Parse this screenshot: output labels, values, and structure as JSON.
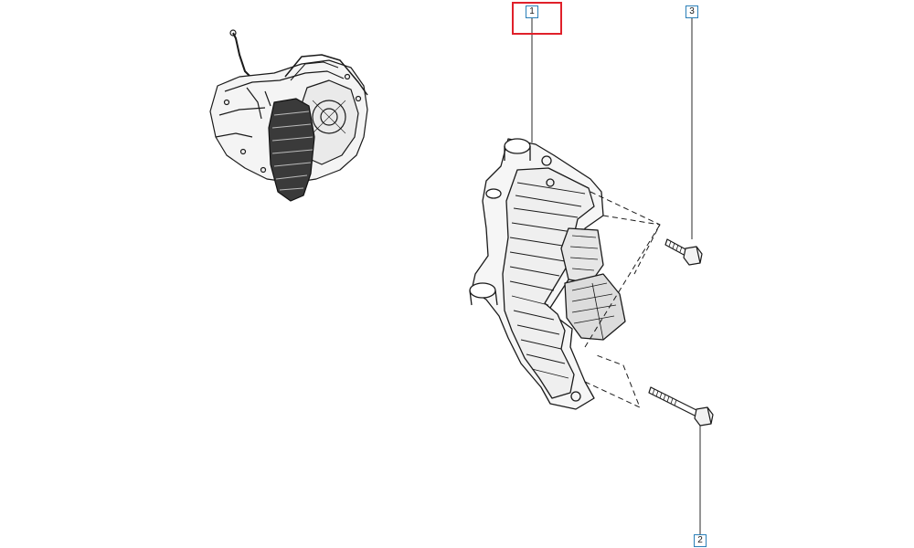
{
  "callouts": [
    {
      "id": "part-1",
      "label": "1",
      "highlighted": true
    },
    {
      "id": "part-2",
      "label": "2",
      "highlighted": false
    },
    {
      "id": "part-3",
      "label": "3",
      "highlighted": false
    }
  ],
  "colors": {
    "line": "#1a1a1a",
    "leader": "#2a2a2a",
    "callout_border": "#2a7fb8",
    "highlight": "#e0202a",
    "background": "#ffffff"
  },
  "icons": {
    "gearbox": "transmission-assembly-icon",
    "control_unit": "gearbox-control-unit-icon",
    "bolt_short": "short-bolt-icon",
    "bolt_long": "long-bolt-icon"
  }
}
